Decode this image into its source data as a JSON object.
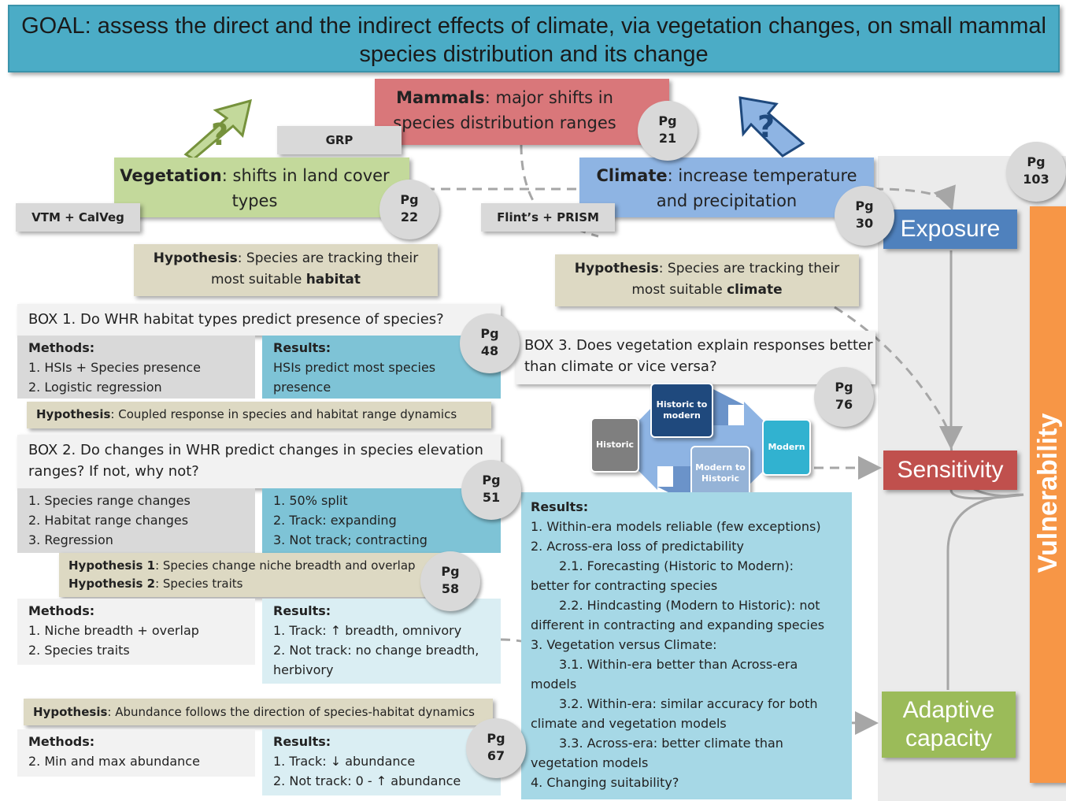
{
  "goal": {
    "text": "GOAL: assess the direct and the indirect effects of climate, via vegetation changes, on small mammal species distribution and its change"
  },
  "mammals": {
    "bold": "Mammals",
    "text": ": major shifts in species distribution ranges",
    "pg": "Pg\n21"
  },
  "vegetation": {
    "bold": "Vegetation",
    "text": ": shifts in land cover types",
    "pg": "Pg\n22"
  },
  "climate": {
    "bold": "Climate",
    "text": ": increase temperature and precipitation",
    "pg": "Pg\n30"
  },
  "tags": {
    "grp": "GRP",
    "vtm": "VTM + CalVeg",
    "flint": "Flint’s + PRISM"
  },
  "hyp_habitat": {
    "bold": "Hypothesis",
    "text1": ": Species are tracking their",
    "text2": "most suitable ",
    "bold2": "habitat"
  },
  "hyp_climate": {
    "bold": "Hypothesis",
    "text1": ": Species are tracking their",
    "text2": "most suitable ",
    "bold2": "climate"
  },
  "box1": {
    "question": "BOX 1. Do WHR habitat types predict presence of species?",
    "pg": "Pg\n48",
    "methods_label": "Methods:",
    "methods": [
      "1. HSIs + Species presence",
      "2. Logistic regression"
    ],
    "results_label": "Results:",
    "results": [
      "HSIs predict most species",
      "presence"
    ],
    "hyp_bold": "Hypothesis",
    "hyp_text": ": Coupled response in species and habitat range dynamics"
  },
  "box2": {
    "question": "BOX 2. Do changes in WHR predict changes in species elevation ranges? If not, why not?",
    "pg": "Pg\n51",
    "methods": [
      "1. Species range changes",
      "2. Habitat range changes",
      "3. Regression"
    ],
    "results": [
      "1. 50% split",
      "2. Track: expanding",
      "3. Not track; contracting"
    ],
    "hyp1_bold": "Hypothesis 1",
    "hyp1_text": ": Species change niche breadth and overlap",
    "hyp2_bold": "Hypothesis 2",
    "hyp2_text": ": Species traits",
    "pg58": "Pg\n58",
    "methods_label": "Methods:",
    "methods2": [
      "1. Niche breadth + overlap",
      "2. Species traits"
    ],
    "results_label": "Results:",
    "results2": [
      "1. Track: ↑ breadth, omnivory",
      "2. Not track: no change breadth,",
      "herbivory"
    ]
  },
  "box4": {
    "hyp_bold": "Hypothesis",
    "hyp_text": ": Abundance follows the direction of species-habitat dynamics",
    "pg": "Pg\n67",
    "methods_label": "Methods:",
    "methods": [
      "2. Min and max abundance"
    ],
    "results_label": "Results:",
    "results": [
      "1. Track: ↓ abundance",
      "2. Not track: 0 - ↑ abundance"
    ]
  },
  "box3": {
    "question": "BOX 3. Does vegetation explain responses better than climate or vice versa?",
    "pg": "Pg\n76",
    "eras": {
      "historic": "Historic",
      "historic_to_modern": "Historic to modern",
      "modern_to_historic": "Modern to Historic",
      "modern": "Modern"
    },
    "results_label": "Results:",
    "results": [
      {
        "text": "1. Within-era models reliable (few exceptions)",
        "indent": false
      },
      {
        "text": "2. Across-era loss of predictability",
        "indent": false
      },
      {
        "text": "2.1. Forecasting (Historic to Modern):",
        "indent": true
      },
      {
        "text": "better for contracting species",
        "indent": false
      },
      {
        "text": "2.2. Hindcasting (Modern to Historic): not",
        "indent": true
      },
      {
        "text": "different in contracting and expanding species",
        "indent": false
      },
      {
        "text": "3. Vegetation versus Climate:",
        "indent": false
      },
      {
        "text": "3.1. Within-era better than Across-era",
        "indent": true
      },
      {
        "text": "models",
        "indent": false
      },
      {
        "text": "3.2. Within-era: similar accuracy for both",
        "indent": true
      },
      {
        "text": "climate and vegetation models",
        "indent": false
      },
      {
        "text": "3.3. Across-era: better climate than",
        "indent": true
      },
      {
        "text": "vegetation models",
        "indent": false
      },
      {
        "text": "4. Changing suitability?",
        "indent": false
      }
    ]
  },
  "right": {
    "pg": "Pg\n103",
    "exposure": "Exposure",
    "sensitivity": "Sensitivity",
    "adaptive": "Adaptive capacity",
    "vulnerability": "Vulnerability"
  },
  "colors": {
    "goal": "#4bacc6",
    "mammals": "#d9777a",
    "vegetation": "#c3d99b",
    "climate": "#8eb4e3",
    "exposure": "#4f81bd",
    "sensitivity": "#c0504d",
    "adaptive": "#9bbb59",
    "vulnerability": "#f79646"
  }
}
